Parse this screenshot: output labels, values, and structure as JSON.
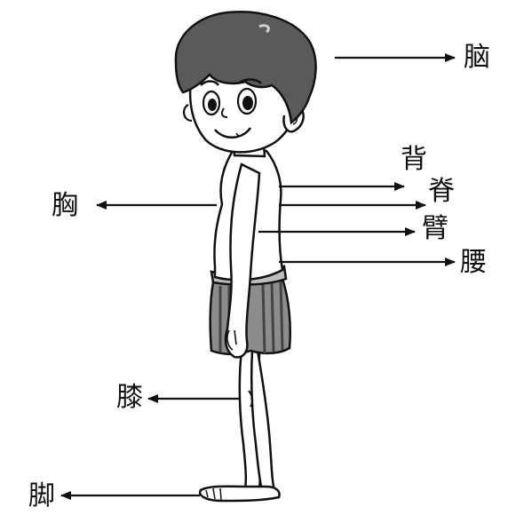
{
  "labels": {
    "brain": "脑",
    "back": "背",
    "spine": "脊",
    "arm": "臂",
    "waist": "腰",
    "chest": "胸",
    "knee": "膝",
    "foot": "脚"
  },
  "colors": {
    "ink": "#111111",
    "hair": "#5a5a5a",
    "shorts": "#8c8c8c",
    "background": "#ffffff"
  }
}
